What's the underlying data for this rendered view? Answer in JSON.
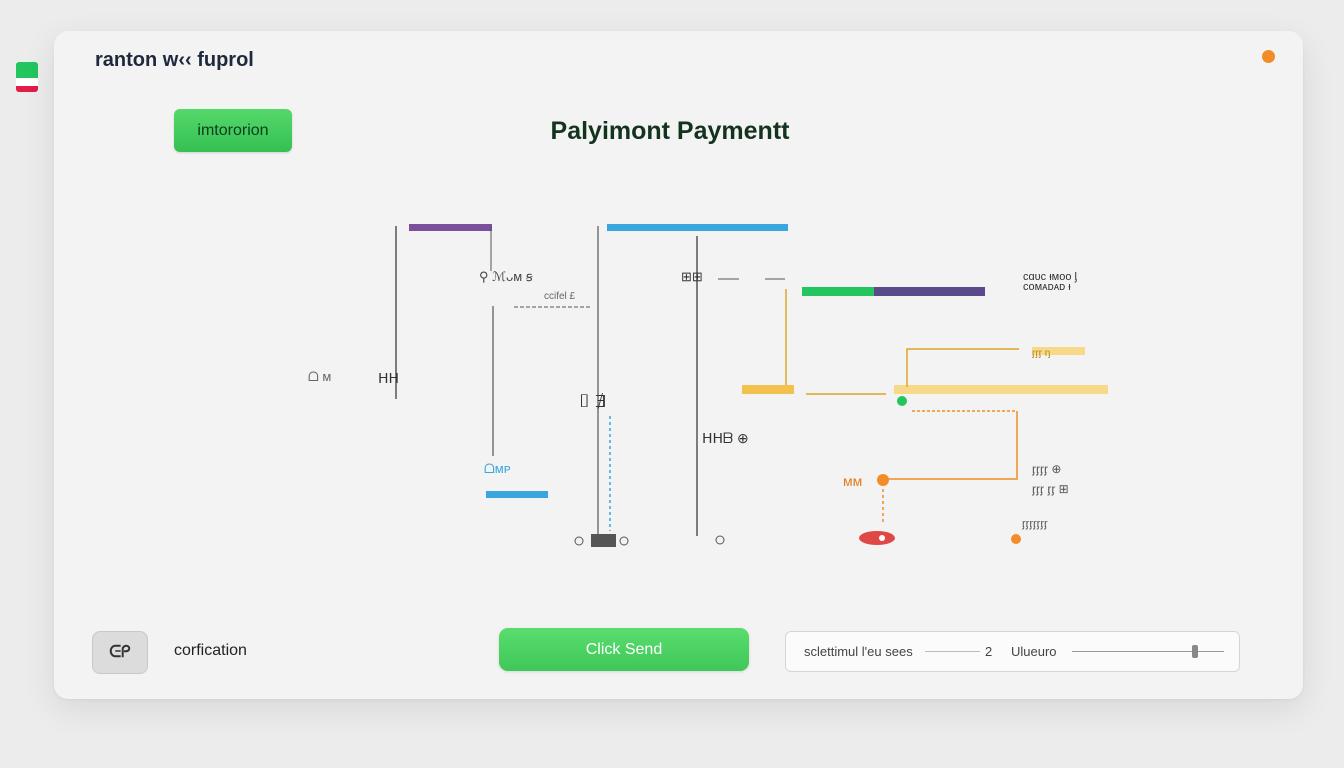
{
  "app": {
    "title": "ranton w‹‹ fuprol"
  },
  "toolbar": {
    "primary_label": "imtororion"
  },
  "page": {
    "title": "Palyimont Paymentt"
  },
  "diagram": {
    "labels": {
      "node_a": "⚲ ℳᴗᴍ ꞩ",
      "node_a_sub": "ccifel £",
      "node_b": "⊞⊞",
      "node_c_line1": "ᴄɑᴜᴄ ᵻᴍᴏᴏ ᶅ",
      "node_c_line2": "ᴄᴏᴍᴀᴅᴀᴅ ᵼ",
      "left_tag": "ᗝ ᴍ",
      "left_mark": "ᕼᕼ",
      "mid_mark": "⌷ ∄",
      "center_mark": "ᕼᕼᗷ ⊕",
      "lower_mark": "ᗝᴍᴘ",
      "right_mark_a": "ᶉᶉᶉ ᶇ",
      "right_mark_b": "ᶉᶉᶉᶉ ⊕",
      "right_mark_c": "ᶉᶉᶉ ᶉᶉ ⊞",
      "right_mark_d": "ᶉᶉᶉᶉᶉᶉᶉ",
      "orange_mark": "ᴍᴍ"
    },
    "colors": {
      "purple": "#7b4f9e",
      "blue": "#3aa6e0",
      "green": "#22c55e",
      "indigo": "#5b4a8b",
      "yellow": "#f2c14e",
      "orange": "#f28c28",
      "red": "#e04848",
      "line": "#555555"
    }
  },
  "footer": {
    "icon_label": "ᕮᑭ",
    "label": "corfication",
    "send_label": "Click  Send",
    "control": {
      "label1": "sclettimul l'eu sees",
      "value": "2",
      "label2": "Ulueuro"
    }
  }
}
